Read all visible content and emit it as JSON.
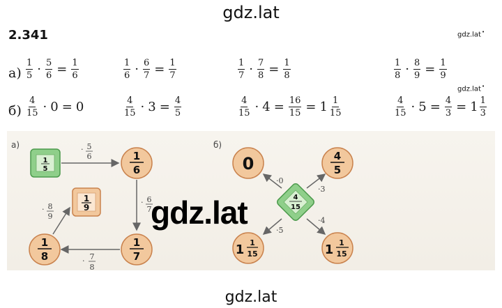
{
  "site": {
    "top": "gdz.lat",
    "bottom": "gdz.lat",
    "center": "gdz.lat",
    "side": "gdz.lat"
  },
  "problem": {
    "number": "2.341"
  },
  "row_a": {
    "label": "а)",
    "e1": {
      "a": [
        "1",
        "5"
      ],
      "b": [
        "5",
        "6"
      ],
      "r": [
        "1",
        "6"
      ]
    },
    "e2": {
      "a": [
        "1",
        "6"
      ],
      "b": [
        "6",
        "7"
      ],
      "r": [
        "1",
        "7"
      ]
    },
    "e3": {
      "a": [
        "1",
        "7"
      ],
      "b": [
        "7",
        "8"
      ],
      "r": [
        "1",
        "8"
      ]
    },
    "e4": {
      "a": [
        "1",
        "8"
      ],
      "b": [
        "8",
        "9"
      ],
      "r": [
        "1",
        "9"
      ]
    },
    "dot": "·",
    "eq": "="
  },
  "row_b": {
    "label": "б)",
    "e1": {
      "a": [
        "4",
        "15"
      ],
      "mult": "0",
      "res": "0"
    },
    "e2": {
      "a": [
        "4",
        "15"
      ],
      "mult": "3",
      "r": [
        "4",
        "5"
      ]
    },
    "e3": {
      "a": [
        "4",
        "15"
      ],
      "mult": "4",
      "r": [
        "16",
        "15"
      ],
      "whole": "1",
      "rm": [
        "1",
        "15"
      ]
    },
    "e4": {
      "a": [
        "4",
        "15"
      ],
      "mult": "5",
      "r": [
        "4",
        "3"
      ],
      "whole": "1",
      "rm": [
        "1",
        "3"
      ]
    },
    "dot": "·",
    "eq": "="
  },
  "diagram_a": {
    "label": "а)",
    "start": [
      "1",
      "5"
    ],
    "end": [
      "1",
      "9"
    ],
    "n1": [
      "1",
      "6"
    ],
    "n2": [
      "1",
      "7"
    ],
    "n3": [
      "1",
      "8"
    ],
    "m1": {
      "dot": "·",
      "f": [
        "5",
        "6"
      ]
    },
    "m2": {
      "dot": "·",
      "f": [
        "6",
        "7"
      ]
    },
    "m3": {
      "dot": "·",
      "f": [
        "7",
        "8"
      ]
    },
    "m4": {
      "dot": "·",
      "f": [
        "8",
        "9"
      ]
    }
  },
  "diagram_b": {
    "label": "б)",
    "center": [
      "4",
      "15"
    ],
    "tl": "0",
    "tr": [
      "4",
      "5"
    ],
    "bl": "1 1/15",
    "bl_whole": "1",
    "bl_frac": [
      "1",
      "15"
    ],
    "br_whole": "1",
    "br_frac": [
      "1",
      "15"
    ],
    "e_tl": "·0",
    "e_tr": "·3",
    "e_bl": "·5",
    "e_br": "·4"
  },
  "colors": {
    "green": "#8fcf8a",
    "orange": "#f2c89d",
    "circle_edge": "#c9824d",
    "arrow": "#666666"
  }
}
